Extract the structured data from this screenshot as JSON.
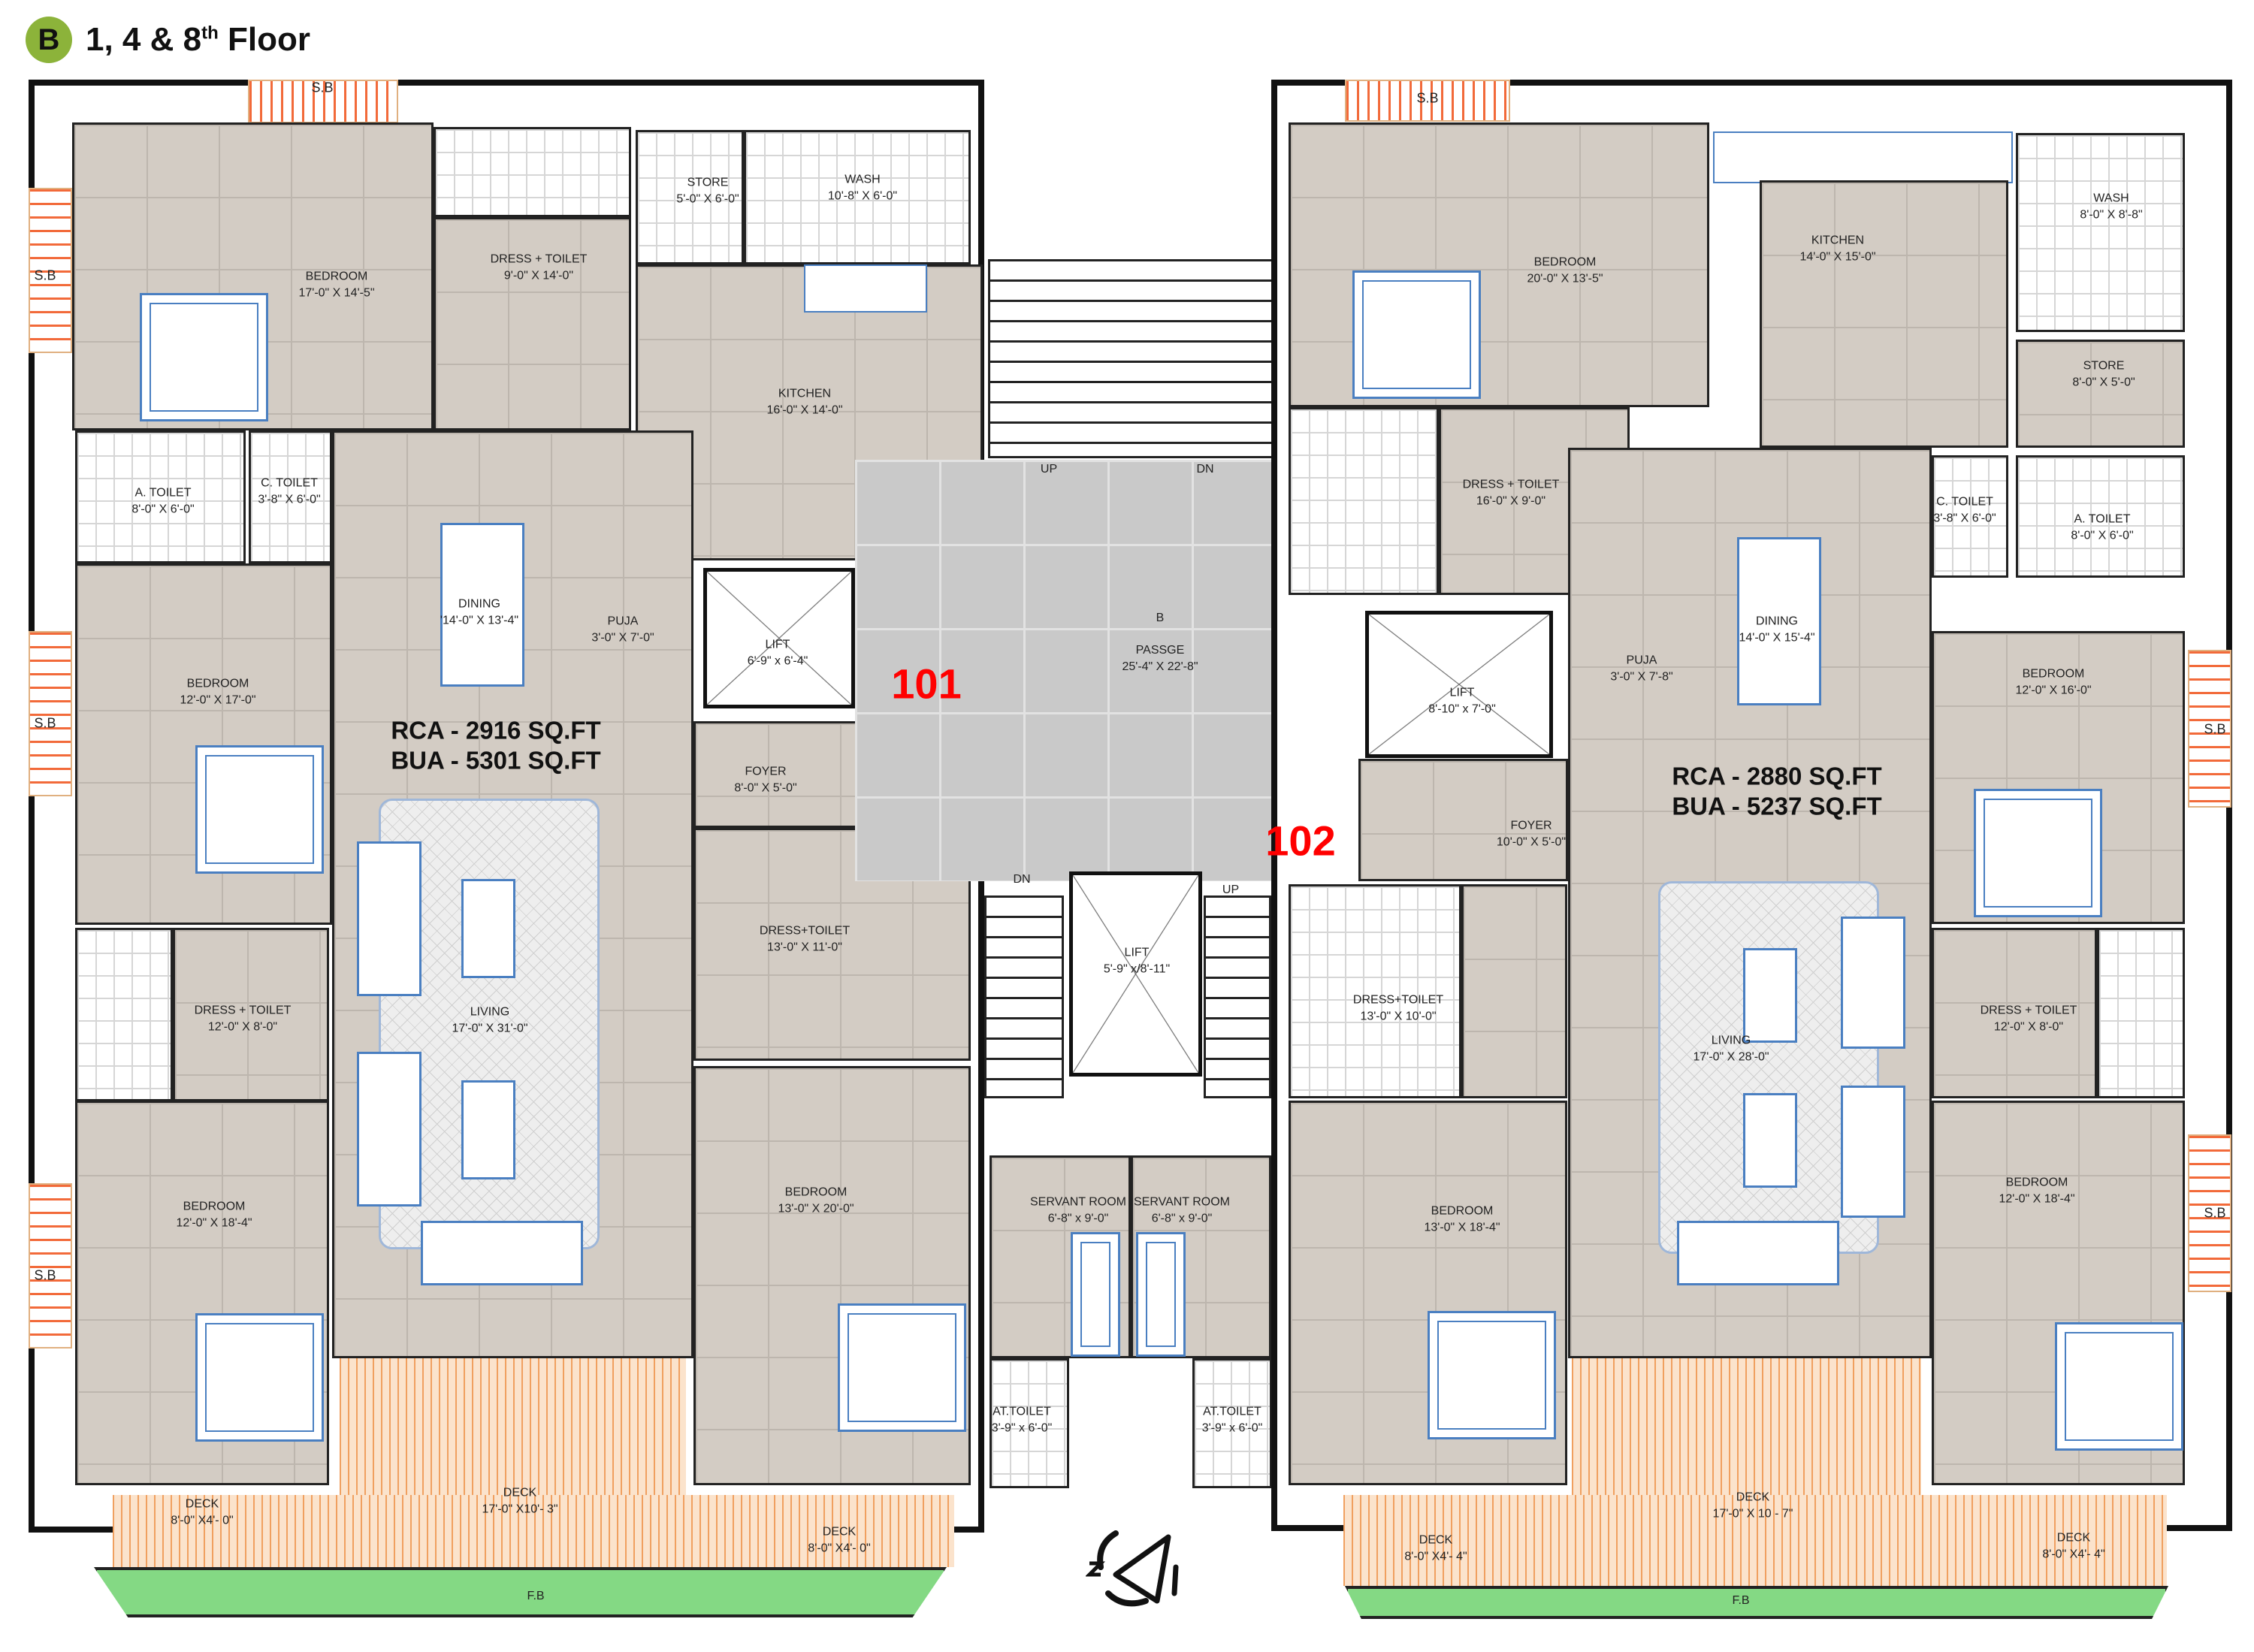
{
  "title": {
    "badge": "B",
    "floors": "1, 4 & 8",
    "suffix": "th",
    "word": "Floor"
  },
  "sun_balcony_label": "S.B",
  "left_unit": {
    "number": "101",
    "rca": "RCA - 2916 SQ.FT",
    "bua": "BUA - 5301 SQ.FT",
    "fb": "F.B",
    "rooms": [
      {
        "name": "BEDROOM",
        "size": "17'-0\" X 14'-5\""
      },
      {
        "name": "DRESS + TOILET",
        "size": "9'-0\" X 14'-0\""
      },
      {
        "name": "STORE",
        "size": "5'-0\" X 6'-0\""
      },
      {
        "name": "WASH",
        "size": "10'-8\" X 6'-0\""
      },
      {
        "name": "KITCHEN",
        "size": "16'-0\" X 14'-0\""
      },
      {
        "name": "A. TOILET",
        "size": "8'-0\" X 6'-0\""
      },
      {
        "name": "C. TOILET",
        "size": "3'-8\" X 6'-0\""
      },
      {
        "name": "BEDROOM",
        "size": "12'-0\" X 17'-0\""
      },
      {
        "name": "DINING",
        "size": "'14'-0\" X 13'-4\""
      },
      {
        "name": "PUJA",
        "size": "3'-0\" X 7'-0\""
      },
      {
        "name": "FOYER",
        "size": "8'-0\" X 5'-0\""
      },
      {
        "name": "DRESS+TOILET",
        "size": "13'-0\" X 11'-0\""
      },
      {
        "name": "LIVING",
        "size": "17'-0\" X 31'-0\""
      },
      {
        "name": "DRESS + TOILET",
        "size": "12'-0\" X 8'-0\""
      },
      {
        "name": "BEDROOM",
        "size": "12'-0\" X 18'-4\""
      },
      {
        "name": "BEDROOM",
        "size": "13'-0\" X 20'-0\""
      },
      {
        "name": "DECK",
        "size": "17'-0\" X10'- 3\""
      },
      {
        "name": "DECK",
        "size": "8'-0\" X4'- 0\""
      },
      {
        "name": "DECK",
        "size": "8'-0\" X4'- 0\""
      },
      {
        "name": "LIFT",
        "size": "6'-9\" x 6'-4\""
      }
    ]
  },
  "core": {
    "passage_letter": "B",
    "passage": "PASSGE",
    "passage_size": "25'-4\" X 22'-8\"",
    "up": "UP",
    "dn": "DN",
    "lift": "LIFT",
    "lift_size": "5'-9\" x/8'-11\"",
    "servant_rooms": [
      {
        "name": "SERVANT ROOM",
        "size": "6'-8\" x 9'-0\""
      },
      {
        "name": "SERVANT ROOM",
        "size": "6'-8\" x 9'-0\""
      }
    ],
    "at_toilets": [
      {
        "name": "AT.TOILET",
        "size": "3'-9\" x 6'-0\""
      },
      {
        "name": "AT.TOILET",
        "size": "3'-9\" x 6'-0\""
      }
    ],
    "compass_icon": "north-arrow-icon"
  },
  "right_unit": {
    "number": "102",
    "rca": "RCA - 2880 SQ.FT",
    "bua": "BUA - 5237 SQ.FT",
    "fb": "F.B",
    "rooms": [
      {
        "name": "BEDROOM",
        "size": "20'-0\" X 13'-5\""
      },
      {
        "name": "KITCHEN",
        "size": "14'-0\" X 15'-0\""
      },
      {
        "name": "WASH",
        "size": "8'-0\" X 8'-8\""
      },
      {
        "name": "STORE",
        "size": "8'-0\" X 5'-0\""
      },
      {
        "name": "DRESS + TOILET",
        "size": "16'-0\" X 9'-0\""
      },
      {
        "name": "C. TOILET",
        "size": "3'-8\" X 6'-0\""
      },
      {
        "name": "A. TOILET",
        "size": "8'-0\" X 6'-0\""
      },
      {
        "name": "DINING",
        "size": "14'-0\" X 15'-4\""
      },
      {
        "name": "PUJA",
        "size": "3'-0\" X 7'-8\""
      },
      {
        "name": "LIFT",
        "size": "8'-10\" x 7'-0\""
      },
      {
        "name": "FOYER",
        "size": "10'-0\" X 5'-0\""
      },
      {
        "name": "BEDROOM",
        "size": "12'-0\" X 16'-0\""
      },
      {
        "name": "DRESS+TOILET",
        "size": "13'-0\" X 10'-0\""
      },
      {
        "name": "LIVING",
        "size": "17'-0\" X 28'-0\""
      },
      {
        "name": "DRESS + TOILET",
        "size": "12'-0\" X 8'-0\""
      },
      {
        "name": "BEDROOM",
        "size": "13'-0\" X 18'-4\""
      },
      {
        "name": "BEDROOM",
        "size": "12'-0\" X 18'-4\""
      },
      {
        "name": "DECK",
        "size": "17'-0\" X 10 - 7\""
      },
      {
        "name": "DECK",
        "size": "8'-0\" X4'- 4\""
      },
      {
        "name": "DECK",
        "size": "8'-0\" X4'- 4\""
      }
    ]
  },
  "colors": {
    "badge": "#8cb33a",
    "unit_number": "#ff0000",
    "floor": "#d3ccc4",
    "deck": "#f0a060",
    "fb": "#84d984",
    "furniture": "#4a7fc1"
  }
}
